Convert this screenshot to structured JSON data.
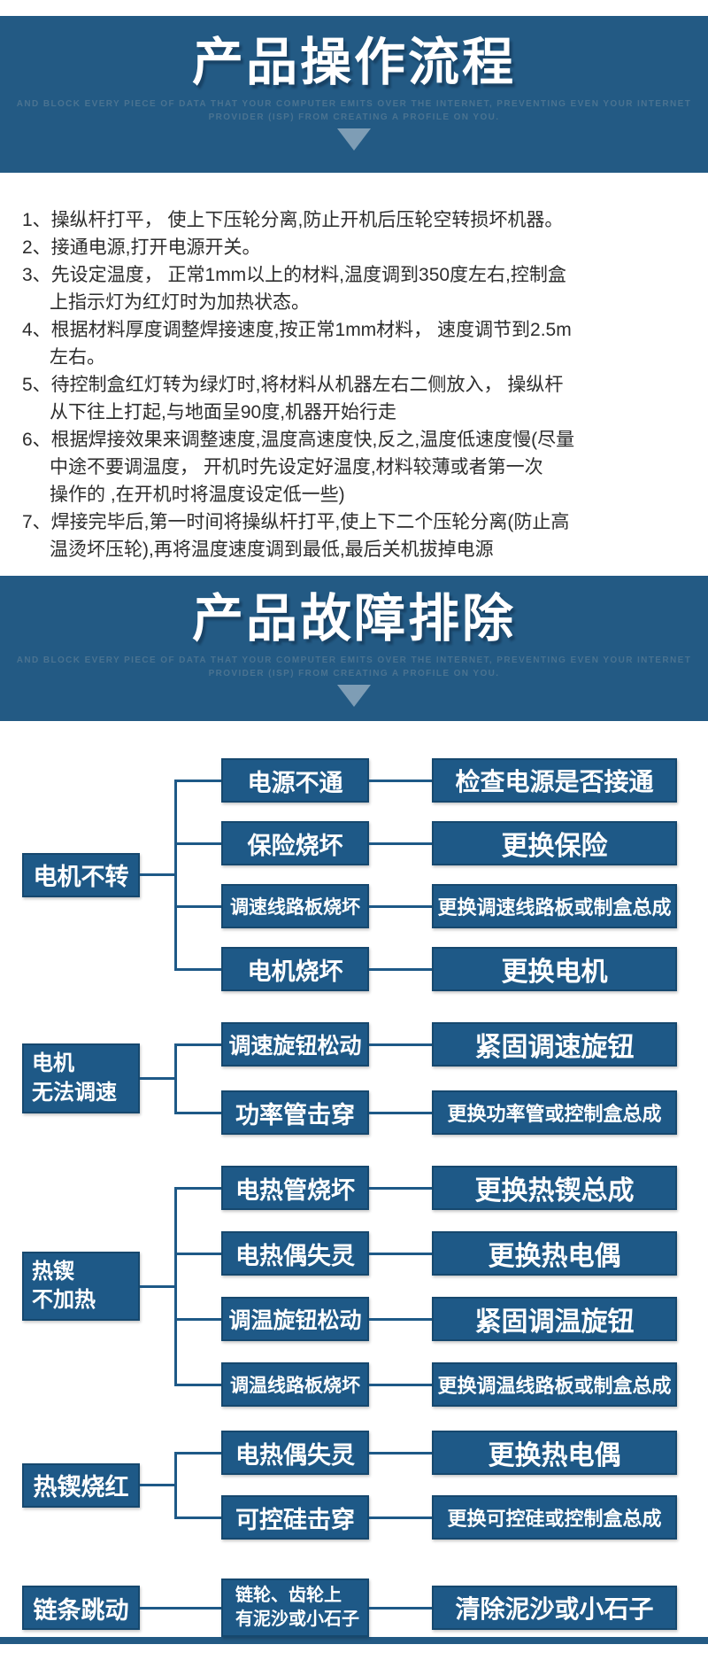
{
  "colors": {
    "banner_blue": "#235a84",
    "box_blue": "#1e5987",
    "box_border_blue": "#16486e",
    "triangle_gray_blue": "#7e9db5",
    "text_dark": "#2d2d2d",
    "text_white": "#ffffff"
  },
  "banner_operation": {
    "title": "产品操作流程",
    "subtitle": "AND BLOCK EVERY PIECE OF DATA THAT YOUR COMPUTER EMITS OVER THE INTERNET, PREVENTING EVEN YOUR INTERNET\nPROVIDER (ISP) FROM CREATING A PROFILE ON YOU."
  },
  "steps": [
    {
      "num": "1、",
      "lines": [
        "操纵杆打平， 使上下压轮分离,防止开机后压轮空转损坏机器。"
      ]
    },
    {
      "num": "2、",
      "lines": [
        "接通电源,打开电源开关。"
      ]
    },
    {
      "num": "3、",
      "lines": [
        "先设定温度， 正常1mm以上的材料,温度调到350度左右,控制盒",
        "上指示灯为红灯时为加热状态。"
      ]
    },
    {
      "num": "4、",
      "lines": [
        "根据材料厚度调整焊接速度,按正常1mm材料， 速度调节到2.5m",
        "左右。"
      ]
    },
    {
      "num": "5、",
      "lines": [
        "待控制盒红灯转为绿灯时,将材料从机器左右二侧放入， 操纵杆",
        "从下往上打起,与地面呈90度,机器开始行走"
      ]
    },
    {
      "num": "6、",
      "lines": [
        "根据焊接效果来调整速度,温度高速度快,反之,温度低速度慢(尽量",
        "中途不要调温度， 开机时先设定好温度,材料较薄或者第一次",
        "操作的 ,在开机时将温度设定低一些)"
      ]
    },
    {
      "num": "7、",
      "lines": [
        "焊接完毕后,第一时间将操纵杆打平,使上下二个压轮分离(防止高",
        "温烫坏压轮),再将温度速度调到最低,最后关机拔掉电源"
      ]
    }
  ],
  "banner_troubleshooting": {
    "title": "产品故障排除",
    "subtitle": "AND BLOCK EVERY PIECE OF DATA THAT YOUR COMPUTER EMITS OVER THE INTERNET, PREVENTING EVEN YOUR INTERNET\nPROVIDER (ISP) FROM CREATING A PROFILE ON YOU."
  },
  "flowchart": {
    "groups": [
      {
        "label": "电机不转",
        "rows": [
          {
            "cause": "电源不通",
            "solution": "检查电源是否接通"
          },
          {
            "cause": "保险烧坏",
            "solution": "更换保险"
          },
          {
            "cause": "调速线路板烧坏",
            "solution": "更换调速线路板或制盒总成"
          },
          {
            "cause": "电机烧坏",
            "solution": "更换电机"
          }
        ]
      },
      {
        "label": "电机\n无法调速",
        "rows": [
          {
            "cause": "调速旋钮松动",
            "solution": "紧固调速旋钮"
          },
          {
            "cause": "功率管击穿",
            "solution": "更换功率管或控制盒总成"
          }
        ]
      },
      {
        "label": "热锲\n不加热",
        "rows": [
          {
            "cause": "电热管烧坏",
            "solution": "更换热锲总成"
          },
          {
            "cause": "电热偶失灵",
            "solution": "更换热电偶"
          },
          {
            "cause": "调温旋钮松动",
            "solution": "紧固调温旋钮"
          },
          {
            "cause": "调温线路板烧坏",
            "solution": "更换调温线路板或制盒总成"
          }
        ]
      },
      {
        "label": "热锲烧红",
        "rows": [
          {
            "cause": "电热偶失灵",
            "solution": "更换热电偶"
          },
          {
            "cause": "可控硅击穿",
            "solution": "更换可控硅或控制盒总成"
          }
        ]
      },
      {
        "label": "链条跳动",
        "rows": [
          {
            "cause": "链轮、齿轮上\n有泥沙或小石子",
            "solution": "清除泥沙或小石子"
          }
        ]
      }
    ]
  }
}
